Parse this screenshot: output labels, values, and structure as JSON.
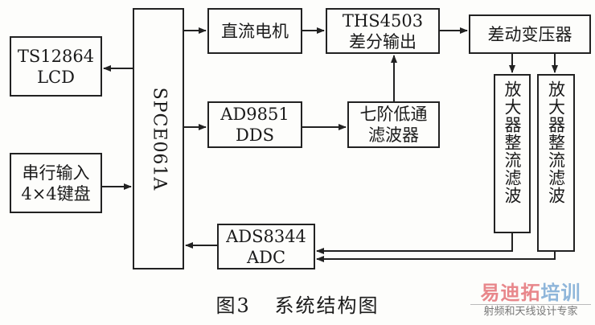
{
  "blocks": {
    "mcu": "SPCE061A",
    "lcd": {
      "line1": "TS12864",
      "line2": "LCD"
    },
    "keyboard": {
      "line1": "串行输入",
      "line2": "4×4键盘"
    },
    "motor": "直流电机",
    "dds": {
      "line1": "AD9851",
      "line2": "DDS"
    },
    "diff_out": {
      "line1": "THS4503",
      "line2": "差分输出"
    },
    "lpf": {
      "line1": "七阶低通",
      "line2": "滤波器"
    },
    "transformer": "差动变压器",
    "amp1": "放大器整流滤波",
    "amp2": "放大器整流滤波",
    "adc": {
      "line1": "ADS8344",
      "line2": "ADC"
    }
  },
  "caption": {
    "figure": "图3",
    "title": "系统结构图"
  },
  "watermark": {
    "brand_red": "易迪拓",
    "brand_blue": "培训",
    "slogan": "射频和天线设计专家"
  }
}
